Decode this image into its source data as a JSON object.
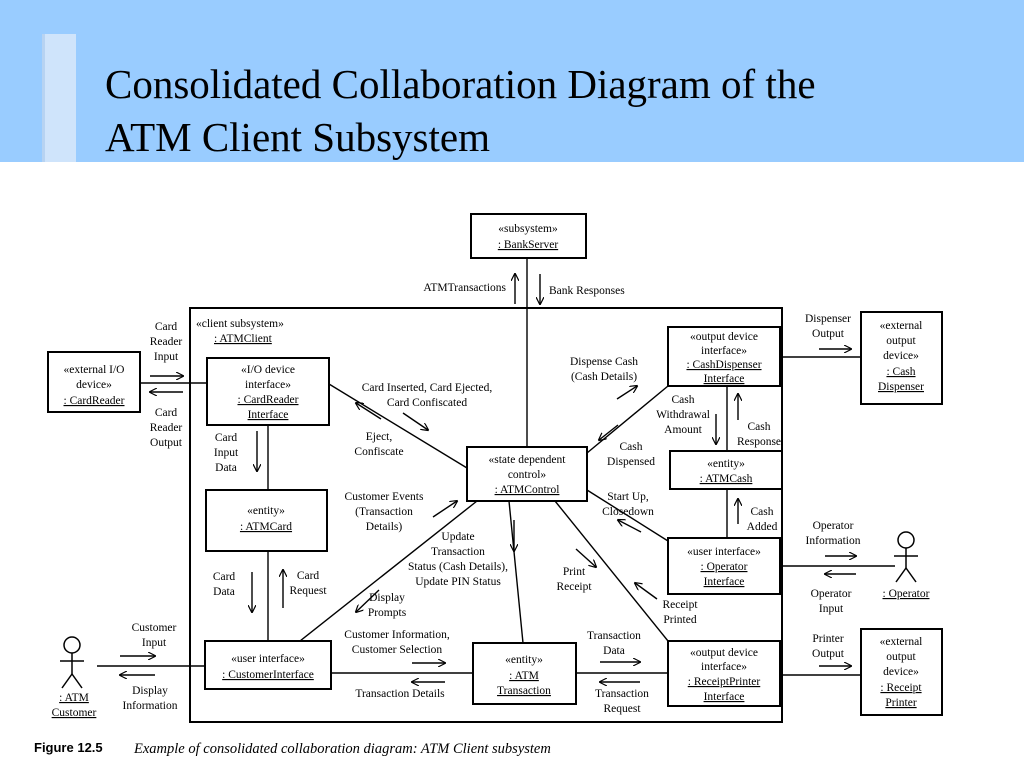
{
  "slide": {
    "title_line1": "Consolidated Collaboration Diagram of the",
    "title_line2": "ATM Client Subsystem"
  },
  "diagram": {
    "bank_server": {
      "stereotype": "«subsystem»",
      "name": ": BankServer"
    },
    "client_subsystem": {
      "stereotype": "«client subsystem»",
      "name": ": ATMClient"
    },
    "card_reader_ext": {
      "line1": "«external I/O",
      "line2": "device»",
      "name": ": CardReader"
    },
    "card_reader_if": {
      "line1": "«I/O device",
      "line2": "interface»",
      "name1": ": CardReader",
      "name2": "Interface"
    },
    "atm_card": {
      "stereotype": "«entity»",
      "name": ": ATMCard"
    },
    "customer_if": {
      "stereotype": "«user interface»",
      "name": ": CustomerInterface"
    },
    "atm_control": {
      "line1": "«state dependent",
      "line2": "control»",
      "name": ": ATMControl"
    },
    "atm_transaction": {
      "stereotype": "«entity»",
      "name1": ": ATM",
      "name2": "Transaction"
    },
    "cash_dispenser_if": {
      "line1": "«output device",
      "line2": "interface»",
      "name1": ": CashDispenser",
      "name2": "Interface"
    },
    "atm_cash": {
      "stereotype": "«entity»",
      "name": ": ATMCash"
    },
    "operator_if": {
      "stereotype": "«user interface»",
      "name1": ": Operator",
      "name2": "Interface"
    },
    "receipt_printer_if": {
      "line1": "«output device",
      "line2": "interface»",
      "name1": ": ReceiptPrinter",
      "name2": "Interface"
    },
    "cash_dispenser_ext": {
      "line1": "«external",
      "line2": "output",
      "line3": "device»",
      "name1": ": Cash",
      "name2": "Dispenser"
    },
    "receipt_printer_ext": {
      "line1": "«external",
      "line2": "output",
      "line3": "device»",
      "name1": ": Receipt",
      "name2": "Printer"
    },
    "atm_customer_actor": {
      "name1": ": ATM",
      "name2": "Customer"
    },
    "operator_actor": {
      "name": ": Operator"
    },
    "messages": {
      "atm_transactions": "ATMTransactions",
      "bank_responses": "Bank Responses",
      "card_reader_input": [
        "Card",
        "Reader",
        "Input"
      ],
      "card_reader_output": [
        "Card",
        "Reader",
        "Output"
      ],
      "card_inserted": [
        "Card Inserted, Card Ejected,",
        "Card Confiscated"
      ],
      "eject_confiscate": [
        "Eject,",
        "Confiscate"
      ],
      "card_input_data": [
        "Card",
        "Input",
        "Data"
      ],
      "customer_events": [
        "Customer Events",
        "(Transaction",
        "Details)"
      ],
      "card_data": [
        "Card",
        "Data"
      ],
      "card_request": [
        "Card",
        "Request"
      ],
      "update_transaction": [
        "Update",
        "Transaction",
        "Status (Cash Details),",
        "Update PIN Status"
      ],
      "display_prompts": [
        "Display",
        "Prompts"
      ],
      "customer_information": [
        "Customer Information,",
        "Customer Selection"
      ],
      "transaction_details": "Transaction Details",
      "customer_input": [
        "Customer",
        "Input"
      ],
      "display_information": [
        "Display",
        "Information"
      ],
      "dispense_cash": [
        "Dispense Cash",
        "(Cash Details)"
      ],
      "cash_withdrawal_amount": [
        "Cash",
        "Withdrawal",
        "Amount"
      ],
      "cash_dispensed": [
        "Cash",
        "Dispensed"
      ],
      "cash_response": [
        "Cash",
        "Response"
      ],
      "dispenser_output": [
        "Dispenser",
        "Output"
      ],
      "start_up": [
        "Start Up,",
        "Closedown"
      ],
      "cash_added": [
        "Cash",
        "Added"
      ],
      "print_receipt": [
        "Print",
        "Receipt"
      ],
      "receipt_printed": [
        "Receipt",
        "Printed"
      ],
      "operator_information": [
        "Operator",
        "Information"
      ],
      "operator_input": [
        "Operator",
        "Input"
      ],
      "transaction_data": [
        "Transaction",
        "Data"
      ],
      "transaction_request": [
        "Transaction",
        "Request"
      ],
      "printer_output": [
        "Printer",
        "Output"
      ]
    },
    "figure_label": "Figure 12.5",
    "figure_caption": "Example of consolidated collaboration diagram: ATM Client subsystem"
  }
}
